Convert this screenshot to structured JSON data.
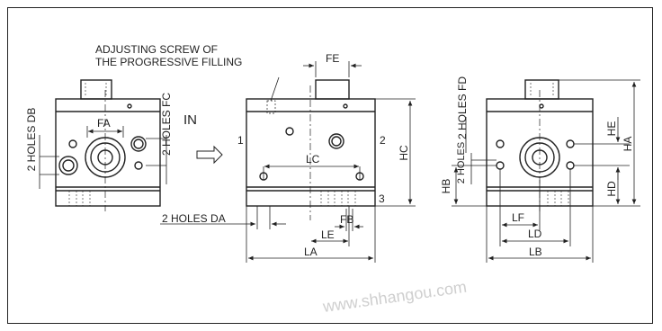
{
  "note": {
    "line1": "ADJUSTING SCREW OF",
    "line2": "THE PROGRESSIVE FILLING"
  },
  "flow": {
    "in_label": "IN"
  },
  "ports": {
    "p1": "1",
    "p2": "2",
    "p3": "3"
  },
  "labels": {
    "holes_db": "2 HOLES DB",
    "holes_fc": "2 HOLES FC",
    "holes_fd": "2 HOLES FD",
    "holes_da": "2 HOLES DA",
    "holes_right_small": "2 HOLES"
  },
  "dims": {
    "fa": "FA",
    "fe": "FE",
    "lc": "LC",
    "hc": "HC",
    "la": "LA",
    "le": "LE",
    "fb": "FB",
    "hb": "HB",
    "lf": "LF",
    "ld": "LD",
    "lb": "LB",
    "he": "HE",
    "ha": "HA",
    "hd": "HD"
  },
  "watermark": "www.shhangou.com"
}
